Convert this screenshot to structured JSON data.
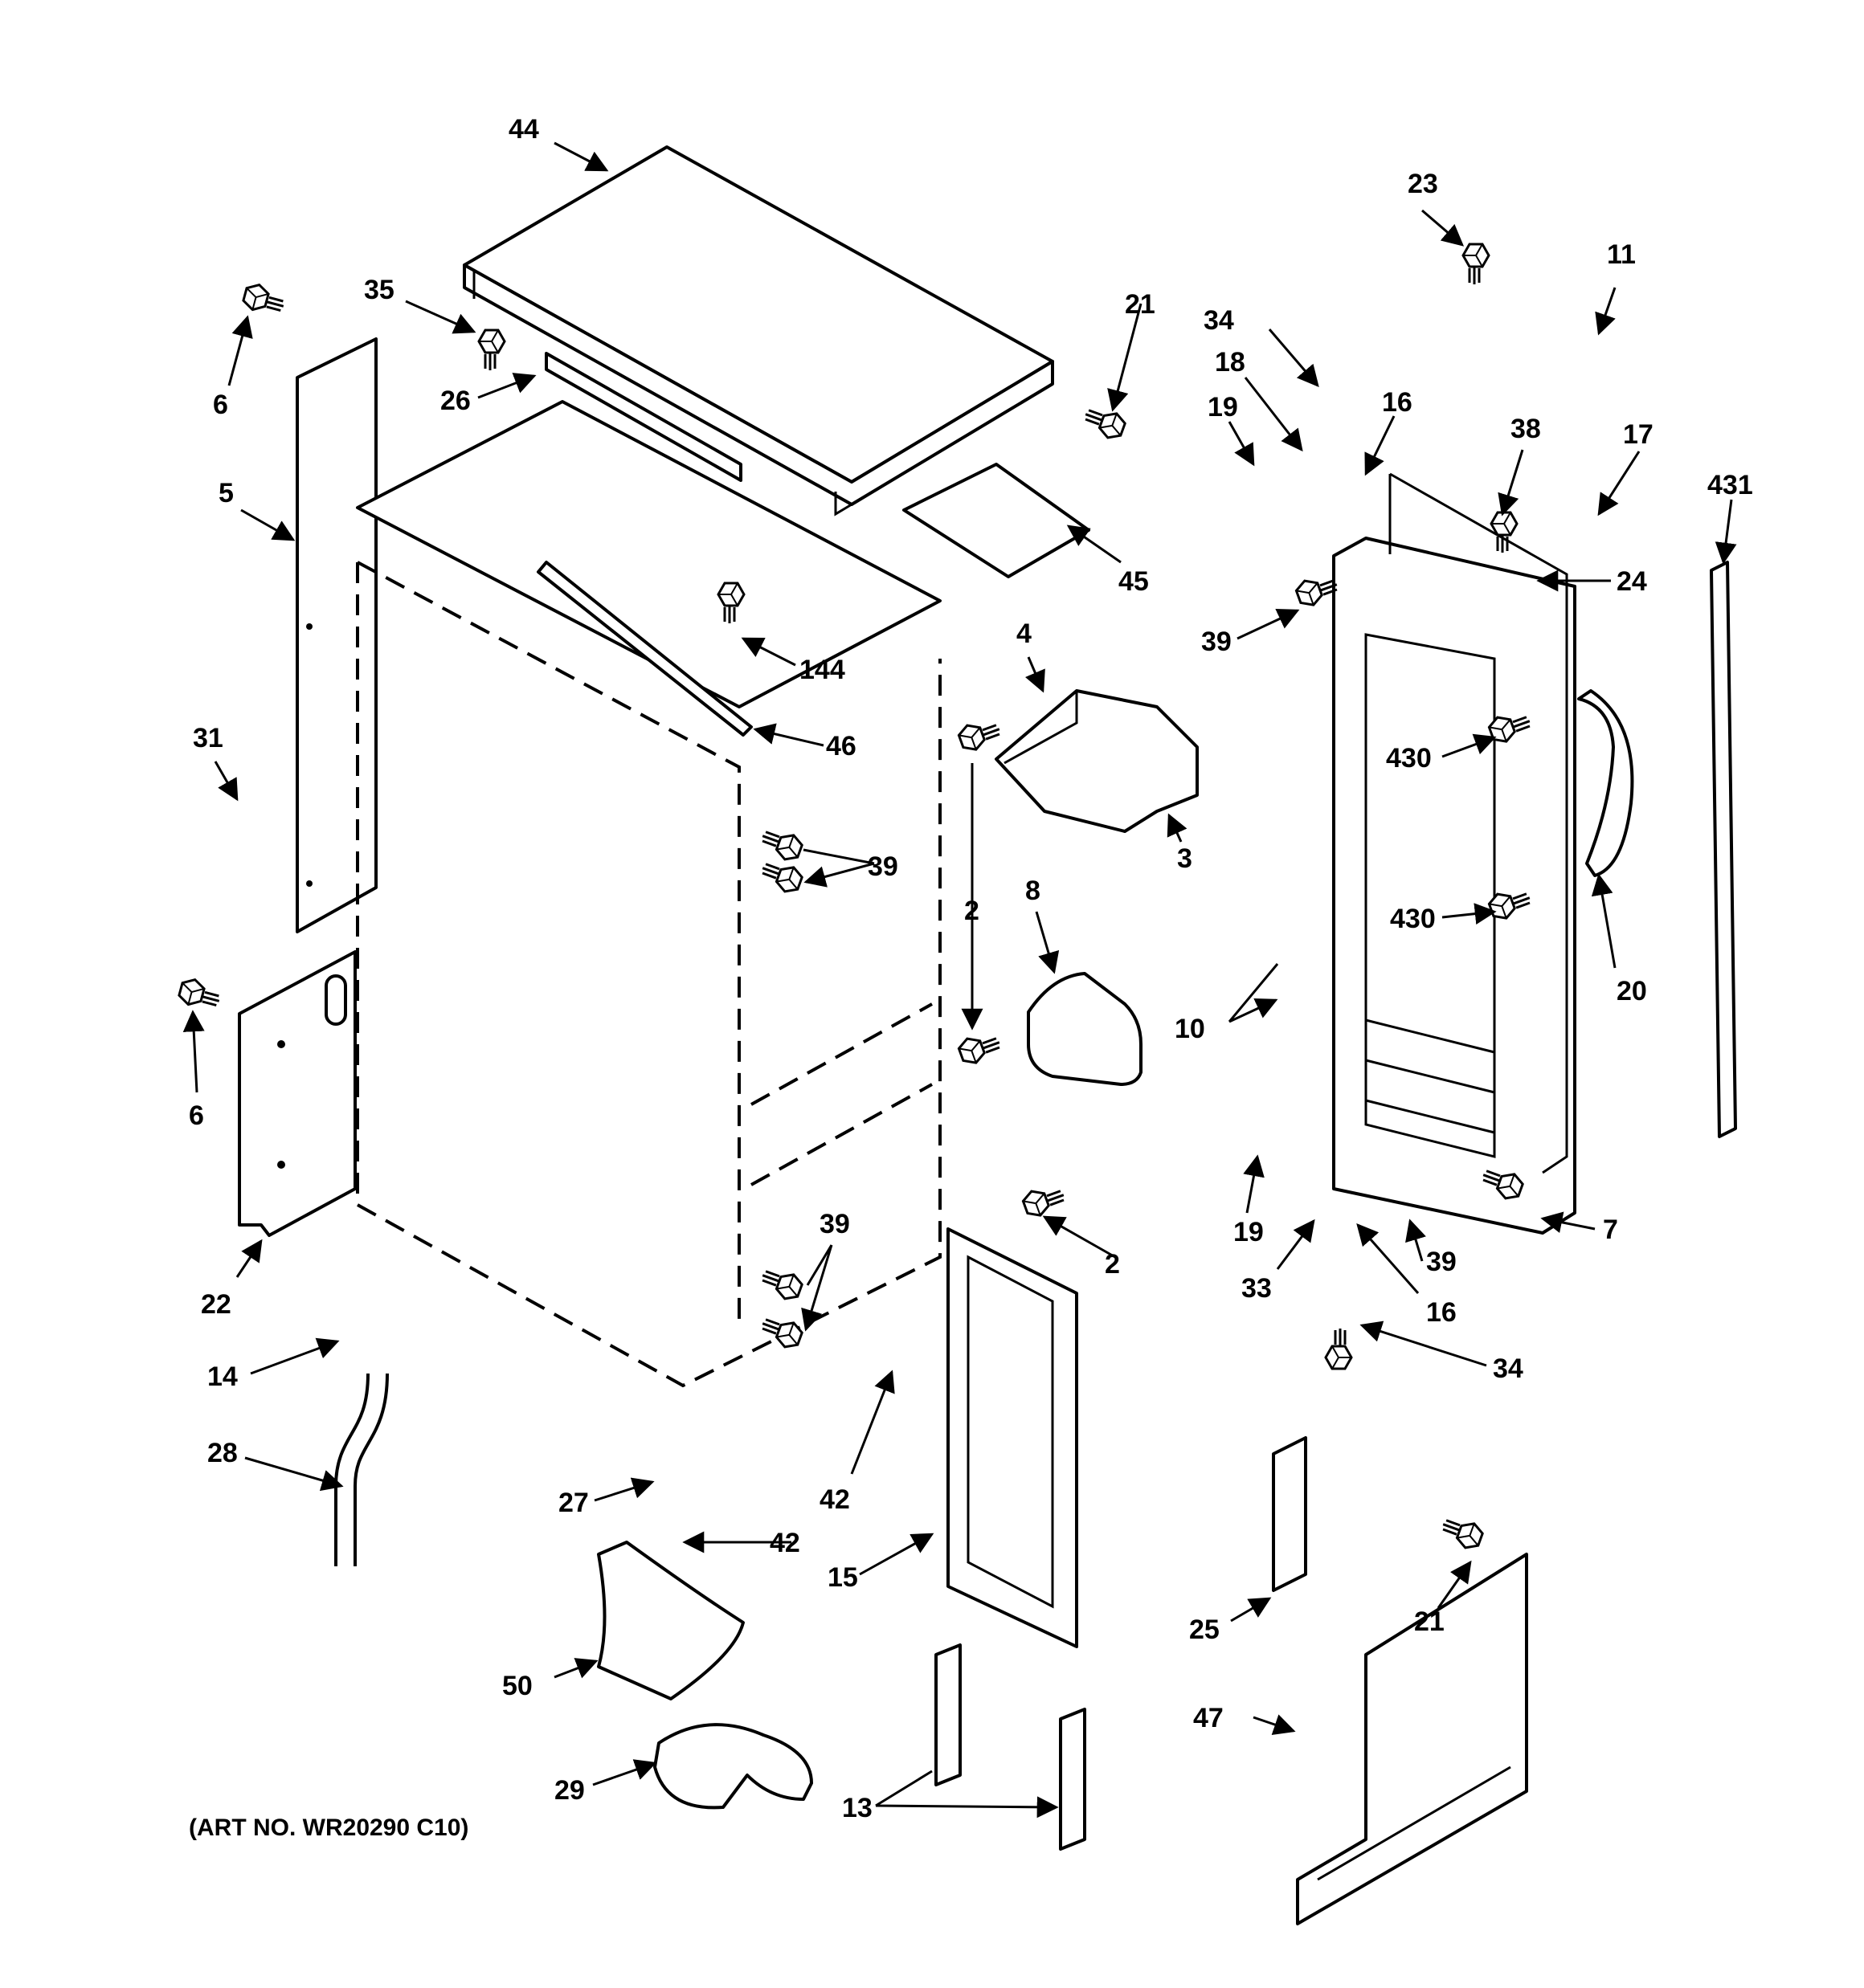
{
  "art_number": "(ART NO. WR20290 C10)",
  "callouts": [
    {
      "id": "c44",
      "text": "44"
    },
    {
      "id": "c35",
      "text": "35"
    },
    {
      "id": "c26",
      "text": "26"
    },
    {
      "id": "c6a",
      "text": "6"
    },
    {
      "id": "c5",
      "text": "5"
    },
    {
      "id": "c31",
      "text": "31"
    },
    {
      "id": "c6b",
      "text": "6"
    },
    {
      "id": "c22",
      "text": "22"
    },
    {
      "id": "c14",
      "text": "14"
    },
    {
      "id": "c28",
      "text": "28"
    },
    {
      "id": "c144",
      "text": "144"
    },
    {
      "id": "c46",
      "text": "46"
    },
    {
      "id": "c39a",
      "text": "39"
    },
    {
      "id": "c39b",
      "text": "39"
    },
    {
      "id": "c27",
      "text": "27"
    },
    {
      "id": "c42a",
      "text": "42"
    },
    {
      "id": "c42b",
      "text": "42"
    },
    {
      "id": "c50",
      "text": "50"
    },
    {
      "id": "c29",
      "text": "29"
    },
    {
      "id": "c15",
      "text": "15"
    },
    {
      "id": "c13",
      "text": "13"
    },
    {
      "id": "c21a",
      "text": "21"
    },
    {
      "id": "c45",
      "text": "45"
    },
    {
      "id": "c4",
      "text": "4"
    },
    {
      "id": "c3",
      "text": "3"
    },
    {
      "id": "c2a",
      "text": "2"
    },
    {
      "id": "c8",
      "text": "8"
    },
    {
      "id": "c2b",
      "text": "2"
    },
    {
      "id": "c34a",
      "text": "34"
    },
    {
      "id": "c18",
      "text": "18"
    },
    {
      "id": "c19a",
      "text": "19"
    },
    {
      "id": "c16a",
      "text": "16"
    },
    {
      "id": "c23",
      "text": "23"
    },
    {
      "id": "c38",
      "text": "38"
    },
    {
      "id": "c11",
      "text": "11"
    },
    {
      "id": "c17",
      "text": "17"
    },
    {
      "id": "c24",
      "text": "24"
    },
    {
      "id": "c39c",
      "text": "39"
    },
    {
      "id": "c430a",
      "text": "430"
    },
    {
      "id": "c430b",
      "text": "430"
    },
    {
      "id": "c10",
      "text": "10"
    },
    {
      "id": "c20",
      "text": "20"
    },
    {
      "id": "c19b",
      "text": "19"
    },
    {
      "id": "c33",
      "text": "33"
    },
    {
      "id": "c39d",
      "text": "39"
    },
    {
      "id": "c16b",
      "text": "16"
    },
    {
      "id": "c34b",
      "text": "34"
    },
    {
      "id": "c7",
      "text": "7"
    },
    {
      "id": "c431",
      "text": "431"
    },
    {
      "id": "c25",
      "text": "25"
    },
    {
      "id": "c21b",
      "text": "21"
    },
    {
      "id": "c47",
      "text": "47"
    }
  ]
}
